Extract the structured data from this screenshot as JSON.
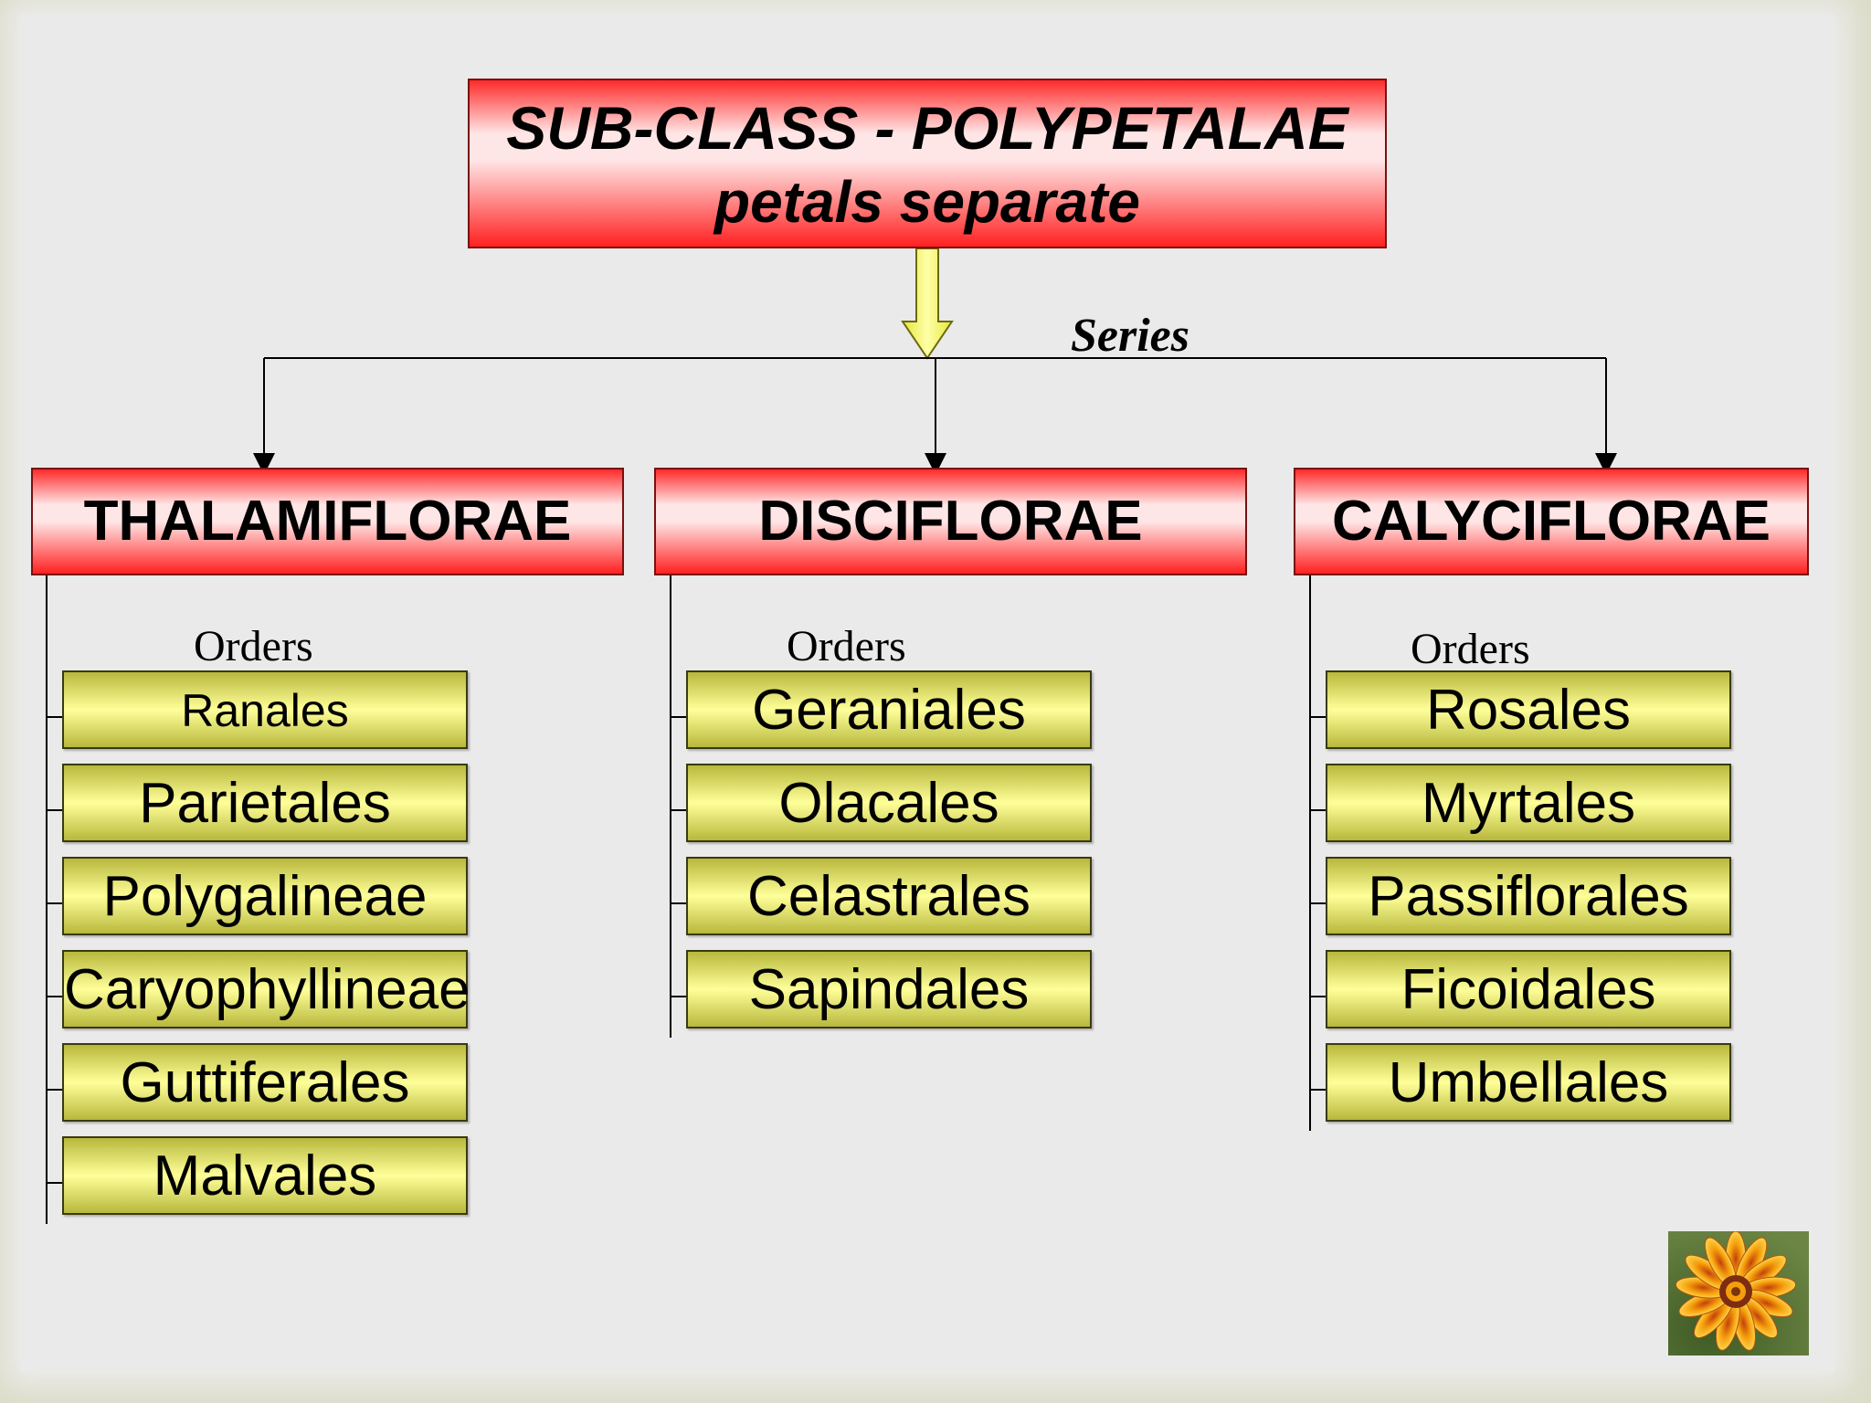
{
  "title": {
    "line1": "SUB-CLASS - POLYPETALAE",
    "line2": "petals separate"
  },
  "series_label": "Series",
  "orders_label": "Orders",
  "series": [
    {
      "name": "THALAMIFLORAE",
      "orders": [
        "Ranales",
        "Parietales",
        "Polygalineae",
        "Caryophyllineae",
        "Guttiferales",
        "Malvales"
      ]
    },
    {
      "name": "DISCIFLORAE",
      "orders": [
        "Geraniales",
        "Olacales",
        "Celastrales",
        "Sapindales"
      ]
    },
    {
      "name": "CALYCIFLORAE",
      "orders": [
        "Rosales",
        "Myrtales",
        "Passiflorales",
        "Ficoidales",
        "Umbellales"
      ]
    }
  ],
  "colors": {
    "series_box_red": "#ff2020",
    "order_box_yellow": "#ffff9a",
    "arrow_yellow": "#ffff66"
  },
  "icons": {
    "decoration": "flower-icon"
  }
}
